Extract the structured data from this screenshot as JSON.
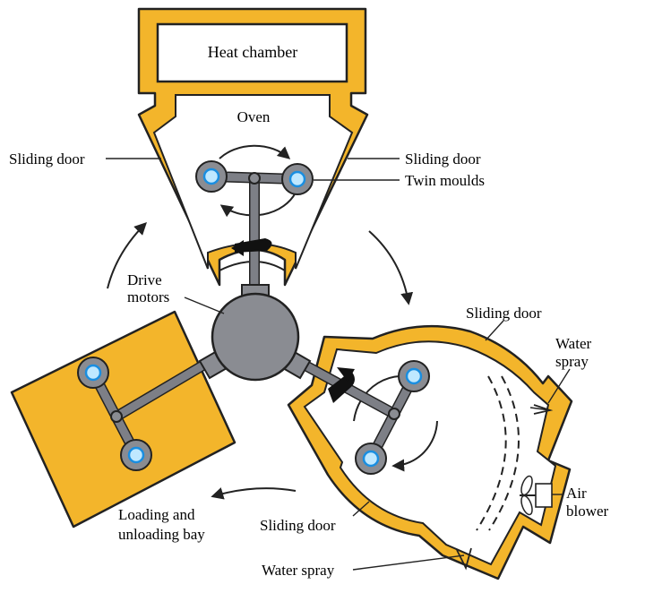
{
  "labels": {
    "heat_chamber": "Heat chamber",
    "oven": "Oven",
    "sliding_door_left": "Sliding door",
    "sliding_door_right": "Sliding door",
    "twin_moulds": "Twin moulds",
    "drive_motors_line1": "Drive",
    "drive_motors_line2": "motors",
    "sliding_door_cooling_top": "Sliding door",
    "water_spray_top_line1": "Water",
    "water_spray_top_line2": "spray",
    "air_blower_line1": "Air",
    "air_blower_line2": "blower",
    "sliding_door_cooling_bottom": "Sliding door",
    "water_spray_bottom": "Water spray",
    "loading_line1": "Loading and",
    "loading_line2": "unloading bay"
  },
  "colors": {
    "wall": "#f3b52b",
    "metal": "#8a8c92",
    "mould_inner": "#bfe8ff",
    "mould_ring": "#1a8ee0",
    "outline": "#222222"
  }
}
